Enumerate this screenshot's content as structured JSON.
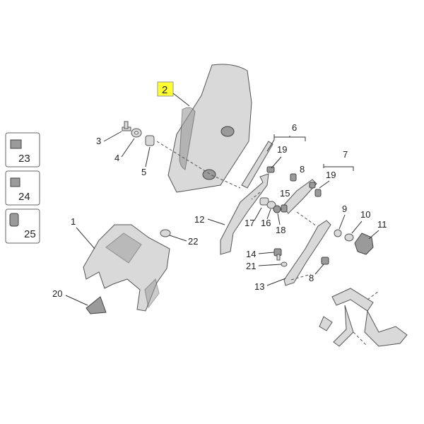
{
  "labels": {
    "l1": "1",
    "l2": "2",
    "l3": "3",
    "l4": "4",
    "l5": "5",
    "l6": "6",
    "l7": "7",
    "l8a": "8",
    "l8b": "8",
    "l9": "9",
    "l10": "10",
    "l11": "11",
    "l12": "12",
    "l13": "13",
    "l14": "14",
    "l15": "15",
    "l16": "16",
    "l17": "17",
    "l18": "18",
    "l19a": "19",
    "l19b": "19",
    "l20": "20",
    "l21": "21",
    "l22": "22",
    "l23": "23",
    "l24": "24",
    "l25": "25"
  },
  "colors": {
    "highlight": "#ffff33",
    "part_fill": "#d9d9d9",
    "line": "#333333"
  }
}
